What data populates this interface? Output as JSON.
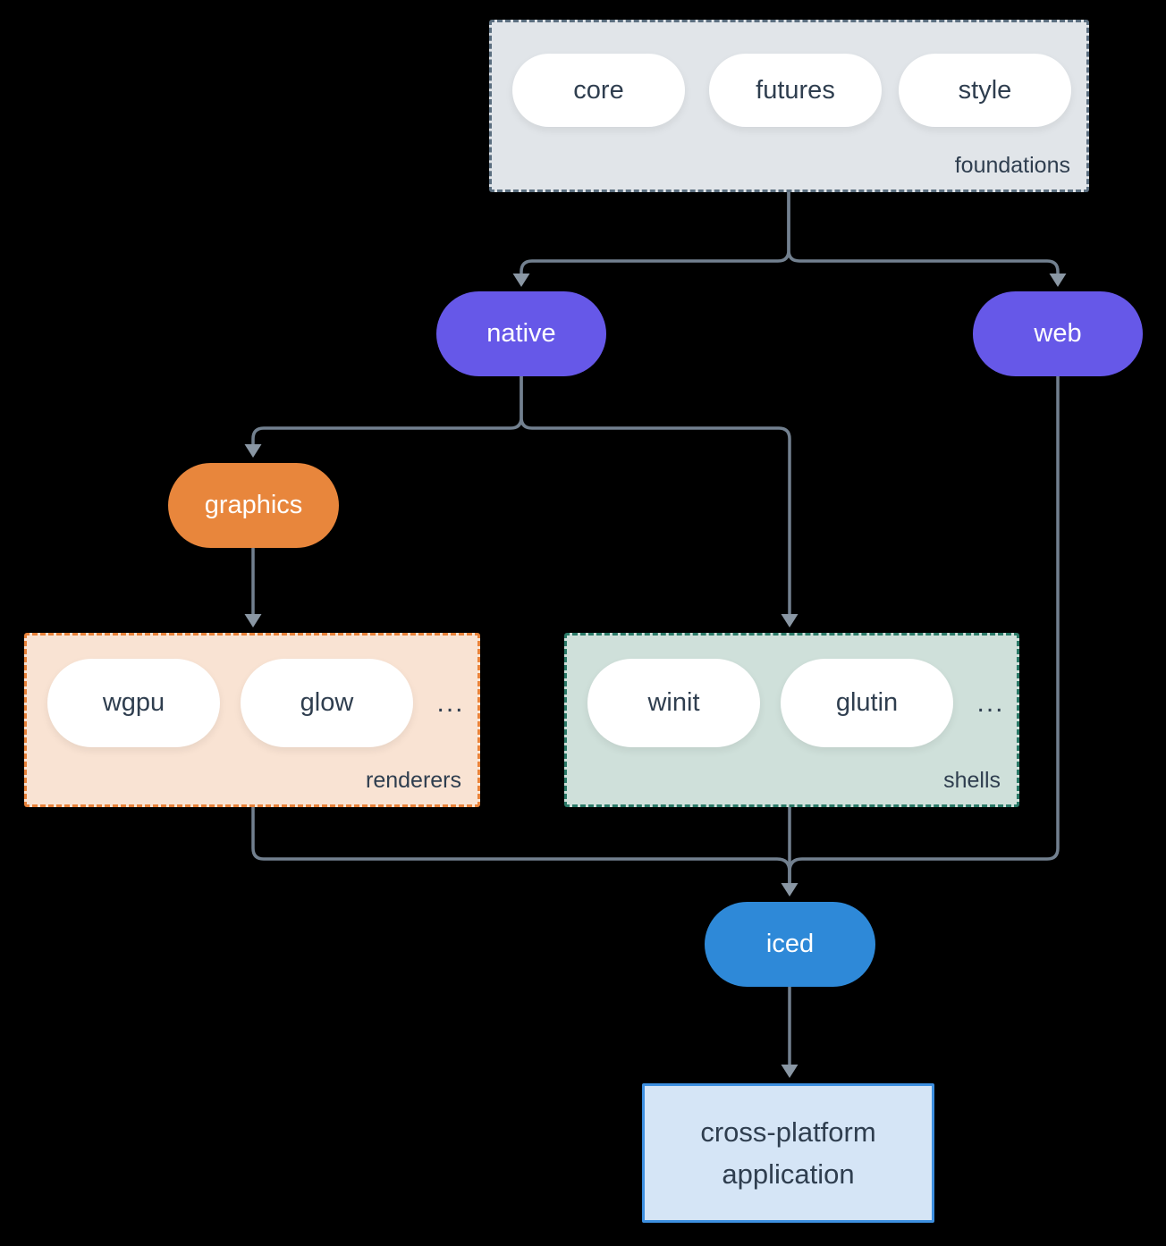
{
  "groups": {
    "foundations": {
      "label": "foundations",
      "pills": [
        "core",
        "futures",
        "style"
      ]
    },
    "renderers": {
      "label": "renderers",
      "pills": [
        "wgpu",
        "glow"
      ],
      "ellipsis": "..."
    },
    "shells": {
      "label": "shells",
      "pills": [
        "winit",
        "glutin"
      ],
      "ellipsis": "..."
    }
  },
  "nodes": {
    "native": "native",
    "web": "web",
    "graphics": "graphics",
    "iced": "iced",
    "application": [
      "cross-platform",
      "application"
    ]
  },
  "edges": [
    {
      "from": "foundations",
      "to": "native"
    },
    {
      "from": "foundations",
      "to": "web"
    },
    {
      "from": "native",
      "to": "graphics"
    },
    {
      "from": "native",
      "to": "shells"
    },
    {
      "from": "graphics",
      "to": "renderers"
    },
    {
      "from": "renderers",
      "to": "iced"
    },
    {
      "from": "shells",
      "to": "iced"
    },
    {
      "from": "web",
      "to": "iced"
    },
    {
      "from": "iced",
      "to": "application"
    }
  ],
  "colors": {
    "background": "#000000",
    "accent_purple": "#6658E8",
    "accent_orange": "#E8863C",
    "accent_blue": "#2E89D8",
    "foundations_fill": "#E1E5E9",
    "foundations_border": "#5C6F80",
    "renderers_fill": "#F9E3D3",
    "renderers_border": "#E8823A",
    "shells_fill": "#CFE0DA",
    "shells_border": "#2B7A68",
    "application_fill": "#D5E5F6",
    "application_border": "#3D8FE0",
    "connector": "#72808F",
    "arrowhead": "#8A97A4",
    "text_dark": "#2F3E4F",
    "text_light": "#FFFFFF"
  }
}
